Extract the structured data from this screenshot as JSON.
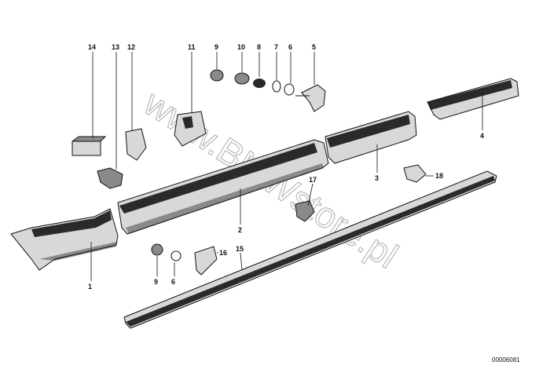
{
  "watermark": "www.BMWstore.pl",
  "drawing_code": "00006081",
  "callouts": {
    "c1": "1",
    "c2": "2",
    "c3": "3",
    "c4": "4",
    "c5": "5",
    "c6a": "6",
    "c6b": "6",
    "c7": "7",
    "c8": "8",
    "c9a": "9",
    "c9b": "9",
    "c10": "10",
    "c11": "11",
    "c12": "12",
    "c13": "13",
    "c14": "14",
    "c15": "15",
    "c16": "16",
    "c17": "17",
    "c18": "18"
  }
}
